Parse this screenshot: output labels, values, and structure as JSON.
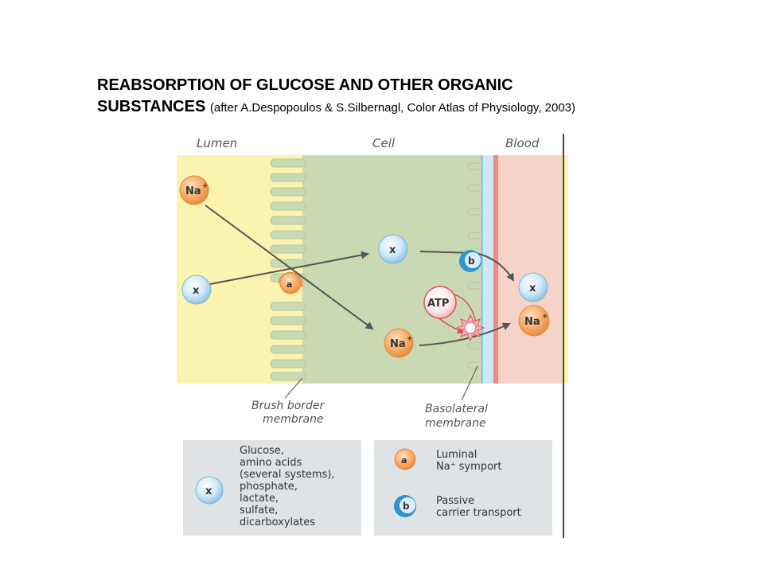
{
  "title": {
    "line1": "REABSORPTION OF GLUCOSE AND OTHER ORGANIC",
    "line2_bold": "SUBSTANCES",
    "citation": "(after A.Despopoulos & S.Silbernagl, Color Atlas of Physiology, 2003)"
  },
  "diagram": {
    "region_labels": {
      "lumen": "Lumen",
      "cell": "Cell",
      "blood": "Blood"
    },
    "molecules": {
      "na": "Na",
      "na_superscript": "+",
      "x": "x",
      "atp": "ATP"
    },
    "transporters": {
      "a": "a",
      "b": "b"
    },
    "membrane_labels": {
      "brush_border": [
        "Brush border",
        "membrane"
      ],
      "basolateral": [
        "Basolateral",
        "membrane"
      ]
    }
  },
  "legend": {
    "x_lines": [
      "Glucose,",
      "amino acids",
      "(several systems),",
      "phosphate,",
      "lactate,",
      "sulfate,",
      "dicarboxylates"
    ],
    "a_lines": [
      "Luminal",
      "Na⁺ symport"
    ],
    "b_lines": [
      "Passive",
      "carrier transport"
    ]
  },
  "colors": {
    "lumen": "#fbf3b0",
    "cell": "#c9d9b4",
    "interstitium": "#cfe6f3",
    "blood": "#f7d2c8",
    "sodium": "#f4a15c",
    "x_molecule": "#bfe0f2",
    "carrier_b": "#2f95cf",
    "atp": "#e8505b"
  }
}
